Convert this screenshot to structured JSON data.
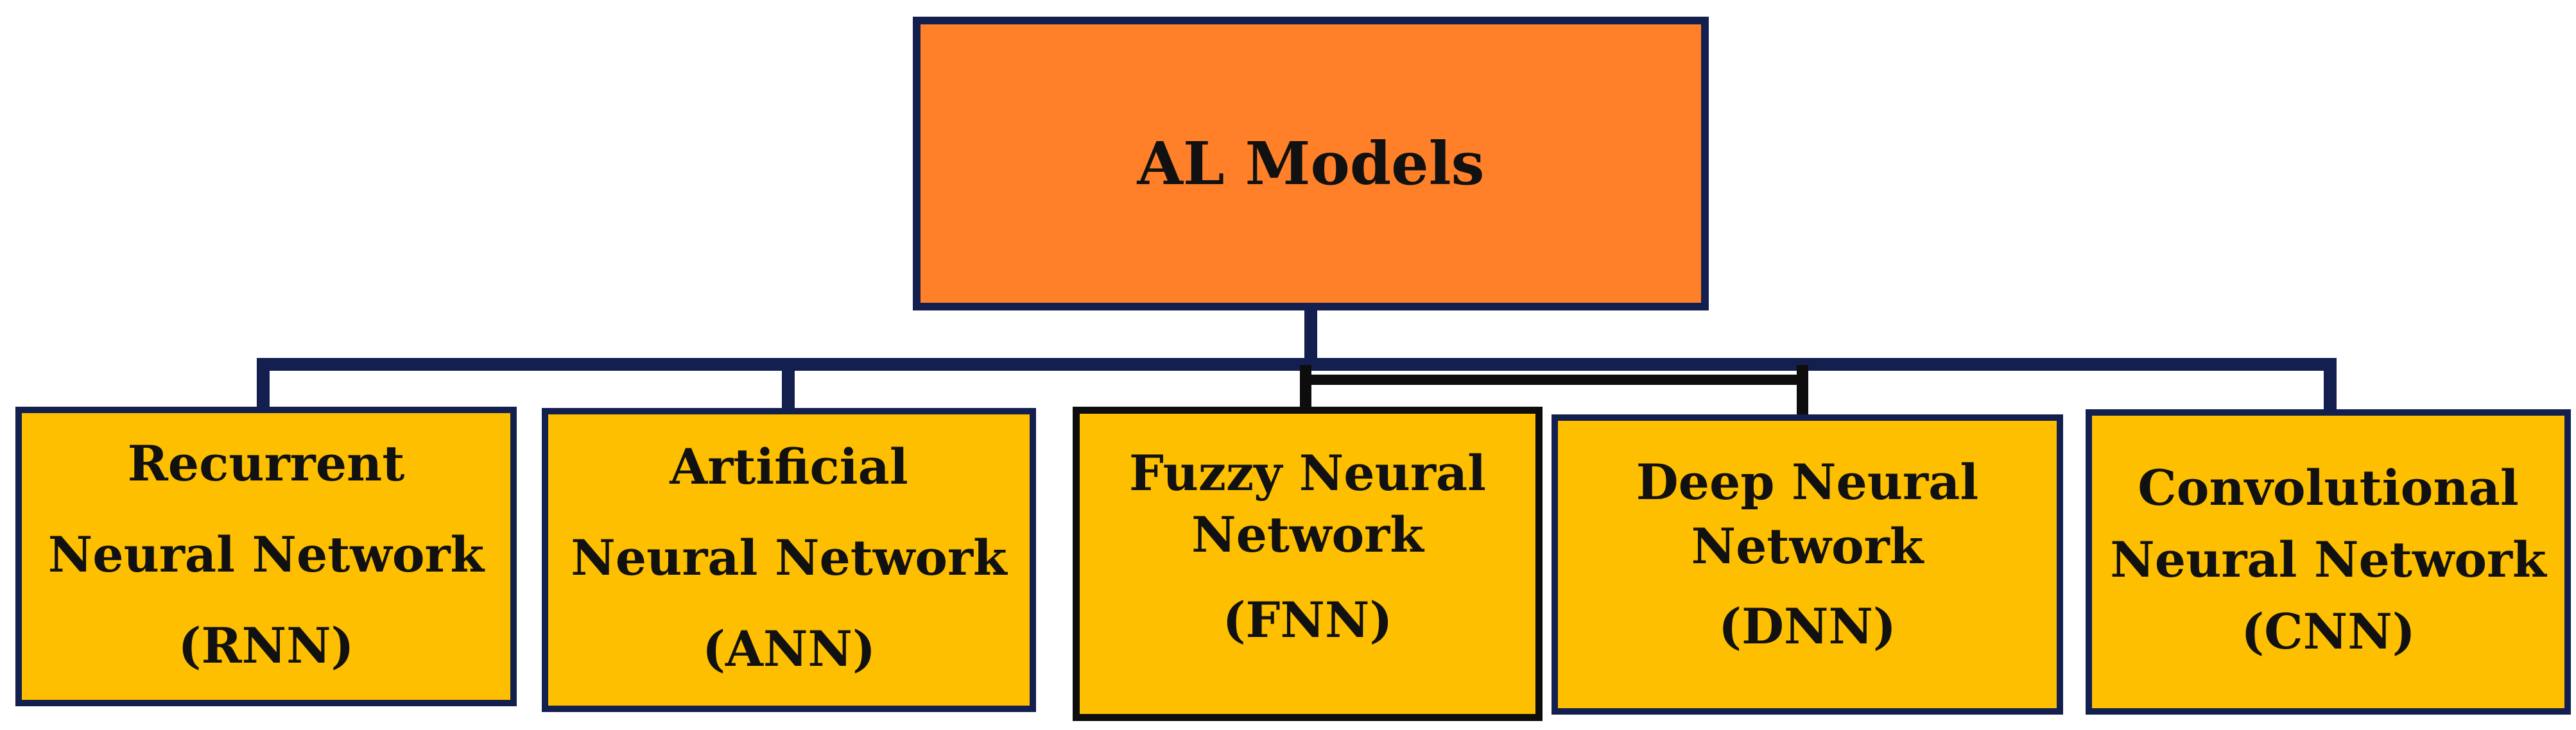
{
  "root": {
    "label": "AL Models"
  },
  "children": [
    {
      "line1": "Recurrent",
      "line2": "Neural Network",
      "line3": "(RNN)"
    },
    {
      "line1": "Artificial",
      "line2": "Neural Network",
      "line3": "(ANN)"
    },
    {
      "line1": "Fuzzy Neural",
      "line2": "Network",
      "line3": "(FNN)"
    },
    {
      "line1": "Deep Neural",
      "line2": "Network",
      "line3": "(DNN)"
    },
    {
      "line1": "Convolutional",
      "line2": "Neural Network",
      "line3": "(CNN)"
    }
  ],
  "colors": {
    "root_fill": "#ff8029",
    "child_fill": "#fdbf00",
    "border_navy": "#13204f",
    "border_black": "#0d0d0d",
    "text": "#111111"
  }
}
